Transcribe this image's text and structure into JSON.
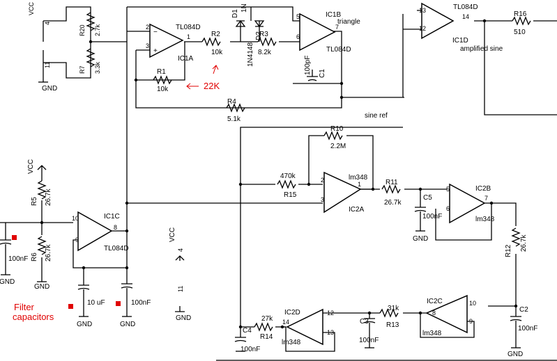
{
  "colors": {
    "wire": "#000000",
    "annotation": "#e00000",
    "background": "#ffffff"
  },
  "power": {
    "vcc": "VCC",
    "gnd": "GND",
    "pin4": "4",
    "pin11": "11"
  },
  "opamps": {
    "ic1a": {
      "name": "IC1A",
      "part": "TL084D",
      "out_pin": "1",
      "inv_pin": "2",
      "noninv_pin": "3",
      "minus": "−",
      "plus": "+"
    },
    "ic1b": {
      "name": "IC1B",
      "part": "TL084D",
      "inv_pin": "6",
      "noninv_pin": "5",
      "out_pin": "7",
      "note": "triangle"
    },
    "ic1c": {
      "name": "IC1C",
      "part": "TL084D",
      "noninv_pin": "10",
      "inv_pin": "9",
      "out_pin": "8"
    },
    "ic1d": {
      "name": "IC1D",
      "part": "TL084D",
      "inv_pin": "13",
      "noninv_pin": "12",
      "out_pin": "14",
      "note": "amplified sine"
    },
    "ic2a": {
      "name": "IC2A",
      "part": "lm348",
      "inv_pin": "2",
      "noninv_pin": "3",
      "out_pin": "1"
    },
    "ic2b": {
      "name": "IC2B",
      "part": "lm348",
      "noninv_pin": "5",
      "inv_pin": "6",
      "out_pin": "7"
    },
    "ic2c": {
      "name": "IC2C",
      "part": "lm348",
      "inv_pin": "8",
      "noninv_pin": "9",
      "out_pin": "10"
    },
    "ic2d": {
      "name": "IC2D",
      "part": "lm348",
      "out_pin": "14",
      "noninv_pin": "12",
      "inv_pin": "13"
    }
  },
  "resistors": {
    "r1": {
      "name": "R1",
      "value": "10k"
    },
    "r2": {
      "name": "R2",
      "value": "10k"
    },
    "r3": {
      "name": "R3",
      "value": "8.2k"
    },
    "r4": {
      "name": "R4",
      "value": "5.1k"
    },
    "r5": {
      "name": "R5",
      "value": "26.7k"
    },
    "r6": {
      "name": "R6",
      "value": "26.7k"
    },
    "r7": {
      "name": "R7",
      "value": "3.3k"
    },
    "r10": {
      "name": "R10",
      "value": "2.2M"
    },
    "r11": {
      "name": "R11",
      "value": "26.7k"
    },
    "r12": {
      "name": "R12",
      "value": "26.7k"
    },
    "r13": {
      "name": "R13",
      "value": "31k"
    },
    "r14": {
      "name": "R14",
      "value": "27k"
    },
    "r15": {
      "name": "R15",
      "value": "470k"
    },
    "r16": {
      "name": "R16",
      "value": "510"
    },
    "r20": {
      "name": "R20",
      "value": "2.7k"
    }
  },
  "capacitors": {
    "c1": {
      "name": "C1",
      "value": "100pF"
    },
    "c2": {
      "name": "C2",
      "value": "100nF"
    },
    "c3": {
      "name": "C3",
      "value": "100nF"
    },
    "c4": {
      "name": "C4",
      "value": "100nF"
    },
    "c5": {
      "name": "C5",
      "value": "100nF"
    },
    "filter_left": {
      "value": "100nF"
    },
    "filter_mid": {
      "value": "10 uF"
    },
    "filter_right": {
      "value": "100nF"
    }
  },
  "diodes": {
    "d1": "D1",
    "d2": "D2",
    "d1_part": "1N",
    "d2_part": "1N4148"
  },
  "nets": {
    "sine_ref": "sine ref"
  },
  "annotations": {
    "r1_change": "22K",
    "filter_note_1": "Filter",
    "filter_note_2": "capacitors"
  }
}
